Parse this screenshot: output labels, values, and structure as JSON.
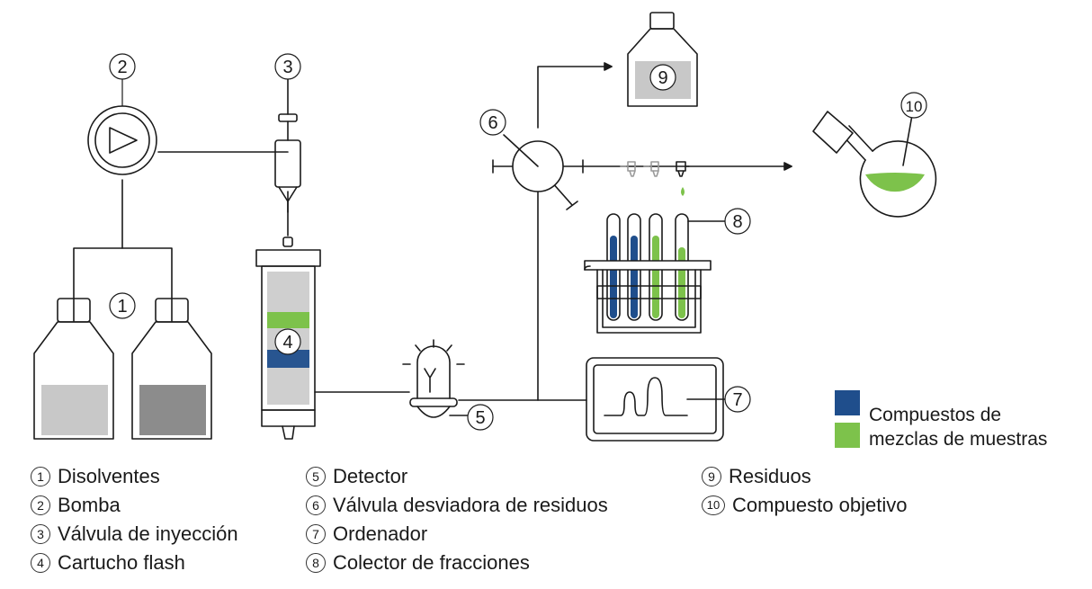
{
  "diagram": {
    "numbers": [
      "1",
      "2",
      "3",
      "4",
      "5",
      "6",
      "7",
      "8",
      "9",
      "10"
    ]
  },
  "legend": {
    "col1": [
      {
        "num": "1",
        "label": "Disolventes"
      },
      {
        "num": "2",
        "label": "Bomba"
      },
      {
        "num": "3",
        "label": "Válvula de inyección"
      },
      {
        "num": "4",
        "label": "Cartucho flash"
      }
    ],
    "col2": [
      {
        "num": "5",
        "label": "Detector"
      },
      {
        "num": "6",
        "label": "Válvula desviadora de residuos"
      },
      {
        "num": "7",
        "label": "Ordenador"
      },
      {
        "num": "8",
        "label": "Colector de fracciones"
      }
    ],
    "col3": [
      {
        "num": "9",
        "label": "Residuos"
      },
      {
        "num": "10",
        "label": "Compuesto objetivo"
      }
    ]
  },
  "color_key": {
    "line1": "Compuestos de",
    "line2": "mezclas de muestras",
    "colors": {
      "blue": "#1f4e8c",
      "green": "#7dc24b"
    }
  },
  "colors": {
    "stroke": "#1a1a1a",
    "liquid_light": "#c8c8c8",
    "liquid_dark": "#8c8c8c",
    "column_gray": "#cfcfcf",
    "blue": "#1f4e8c",
    "green": "#7dc24b"
  }
}
